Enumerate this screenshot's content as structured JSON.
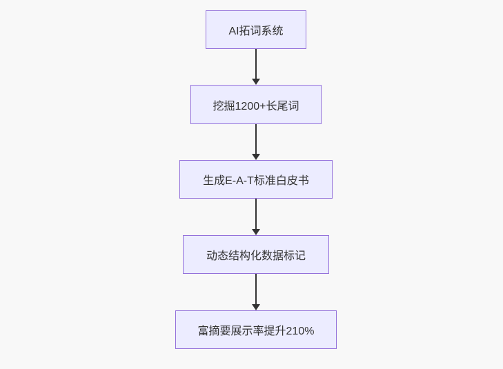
{
  "diagram": {
    "type": "flowchart",
    "direction": "top-down",
    "nodes": [
      {
        "id": "n1",
        "label": "AI拓词系统"
      },
      {
        "id": "n2",
        "label": "挖掘1200+长尾词"
      },
      {
        "id": "n3",
        "label": "生成E-A-T标准白皮书"
      },
      {
        "id": "n4",
        "label": "动态结构化数据标记"
      },
      {
        "id": "n5",
        "label": "富摘要展示率提升210%"
      }
    ],
    "edges": [
      {
        "from": "n1",
        "to": "n2"
      },
      {
        "from": "n2",
        "to": "n3"
      },
      {
        "from": "n3",
        "to": "n4"
      },
      {
        "from": "n4",
        "to": "n5"
      }
    ],
    "colors": {
      "node_fill": "#ECECFF",
      "node_border": "#9370DB",
      "text": "#333333",
      "arrow": "#333333",
      "background": "#F8F8F8"
    }
  }
}
